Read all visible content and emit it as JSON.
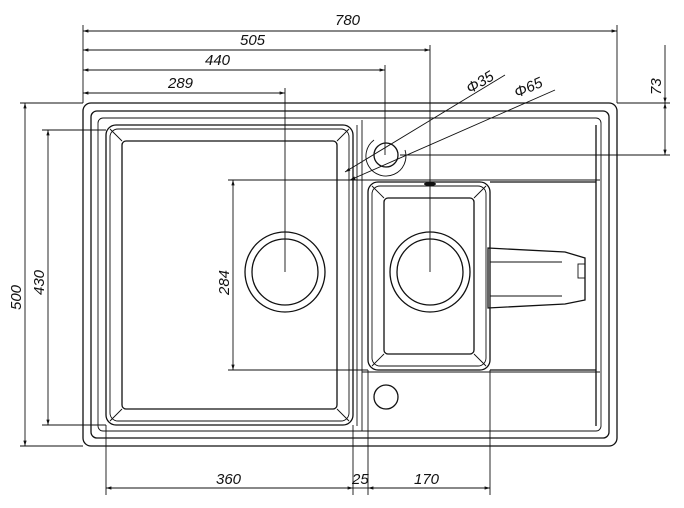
{
  "dimensions": {
    "overall_width": "780",
    "to_small_drain": "505",
    "to_tap_hole": "440",
    "to_large_drain": "289",
    "tap_hole_offset": "73",
    "overall_depth": "500",
    "large_bowl_depth": "430",
    "drain_depth": "284",
    "large_bowl_width": "360",
    "divider_width": "25",
    "small_bowl_width": "170",
    "tap_hole_diameter": "Φ35",
    "tap_outer_diameter": "Φ65"
  }
}
